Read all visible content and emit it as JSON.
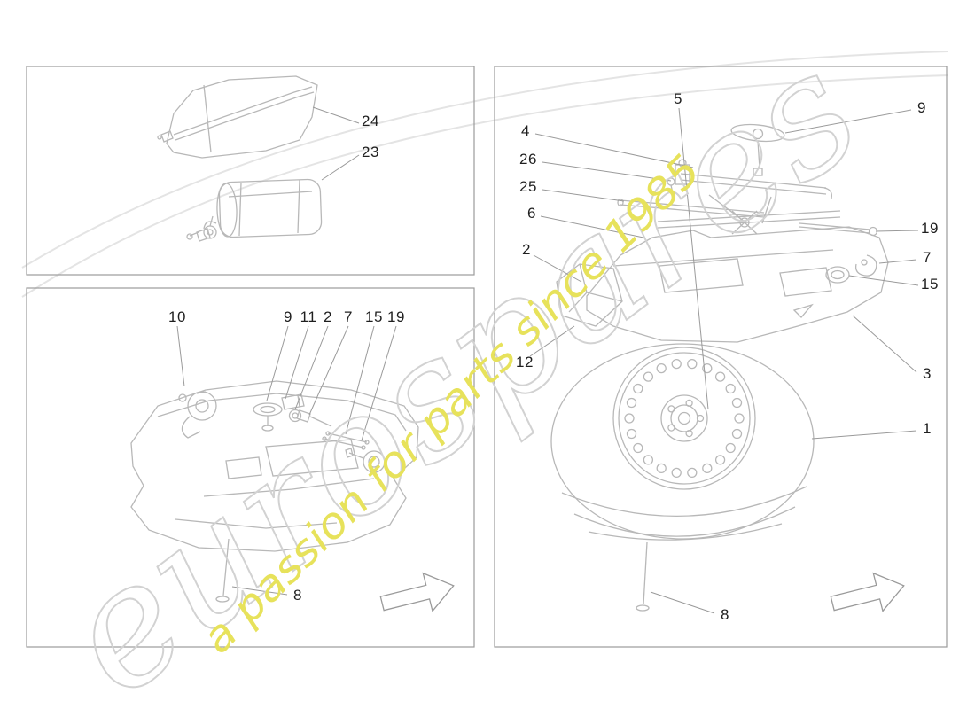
{
  "colors": {
    "panel_border": "#9b9b9b",
    "line_art": "#b8b8b8",
    "leader_line": "#9a9a9a",
    "label_text": "#1f1f1f",
    "watermark_brand": "#d2d2d2",
    "watermark_tagline": "#e7e25b"
  },
  "watermark": {
    "brand": "eurospares",
    "tagline": "a passion for parts since 1985"
  },
  "callouts": {
    "tl_24": "24",
    "tl_23": "23",
    "bl_10": "10",
    "bl_9": "9",
    "bl_11": "11",
    "bl_2": "2",
    "bl_7": "7",
    "bl_15": "15",
    "bl_19": "19",
    "bl_8": "8",
    "r_5": "5",
    "r_9": "9",
    "r_4": "4",
    "r_26": "26",
    "r_25": "25",
    "r_6": "6",
    "r_2": "2",
    "r_19": "19",
    "r_7": "7",
    "r_15": "15",
    "r_12": "12",
    "r_3": "3",
    "r_1": "1",
    "r_8": "8"
  }
}
